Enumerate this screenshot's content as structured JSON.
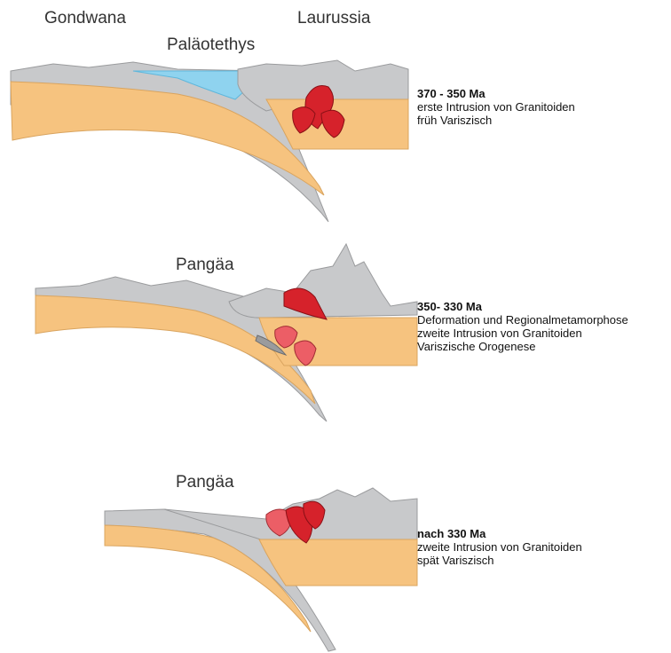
{
  "labels": {
    "gondwana": "Gondwana",
    "laurussia": "Laurussia",
    "palaeotethys": "Paläotethys",
    "pangaea_2": "Pangäa",
    "pangaea_3": "Pangäa"
  },
  "stages": [
    {
      "title": "370 - 350 Ma",
      "lines": [
        "erste Intrusion von Granitoiden",
        "früh Variszisch"
      ]
    },
    {
      "title": "350- 330 Ma",
      "lines": [
        "Deformation und Regionalmetamorphose",
        "zweite Intrusion von Granitoiden",
        "Variszische Orogenese"
      ]
    },
    {
      "title": "nach 330 Ma",
      "lines": [
        "zweite Intrusion von Granitoiden",
        "spät Variszisch"
      ]
    }
  ],
  "colors": {
    "crust": "#f6c37f",
    "crust_edge": "#d9a45f",
    "mantle_lid": "#c8c9cb",
    "mantle_edge": "#9a9b9d",
    "ocean": "#8fd3ef",
    "granite_early": "#d6222b",
    "granite_late": "#ec5e66",
    "granite_edge": "#8a1016"
  }
}
